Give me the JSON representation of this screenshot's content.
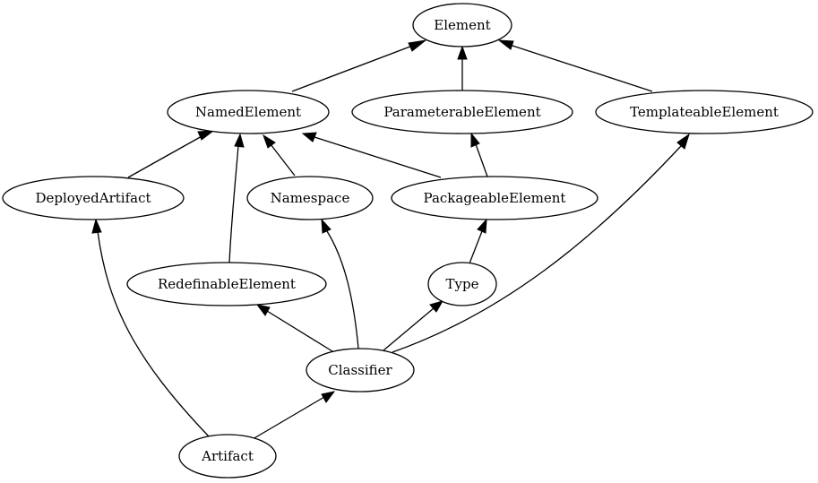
{
  "diagram": {
    "type": "inheritance-graph",
    "nodes": {
      "element": "Element",
      "named_element": "NamedElement",
      "parameterable_element": "ParameterableElement",
      "templateable_element": "TemplateableElement",
      "deployed_artifact": "DeployedArtifact",
      "namespace": "Namespace",
      "packageable_element": "PackageableElement",
      "redefinable_element": "RedefinableElement",
      "type": "Type",
      "classifier": "Classifier",
      "artifact": "Artifact"
    },
    "edges": [
      {
        "from": "NamedElement",
        "to": "Element"
      },
      {
        "from": "ParameterableElement",
        "to": "Element"
      },
      {
        "from": "TemplateableElement",
        "to": "Element"
      },
      {
        "from": "DeployedArtifact",
        "to": "NamedElement"
      },
      {
        "from": "RedefinableElement",
        "to": "NamedElement"
      },
      {
        "from": "Namespace",
        "to": "NamedElement"
      },
      {
        "from": "PackageableElement",
        "to": "NamedElement"
      },
      {
        "from": "PackageableElement",
        "to": "ParameterableElement"
      },
      {
        "from": "Type",
        "to": "PackageableElement"
      },
      {
        "from": "Classifier",
        "to": "RedefinableElement"
      },
      {
        "from": "Classifier",
        "to": "Namespace"
      },
      {
        "from": "Classifier",
        "to": "Type"
      },
      {
        "from": "Classifier",
        "to": "TemplateableElement"
      },
      {
        "from": "Artifact",
        "to": "DeployedArtifact"
      },
      {
        "from": "Artifact",
        "to": "Classifier"
      }
    ]
  }
}
